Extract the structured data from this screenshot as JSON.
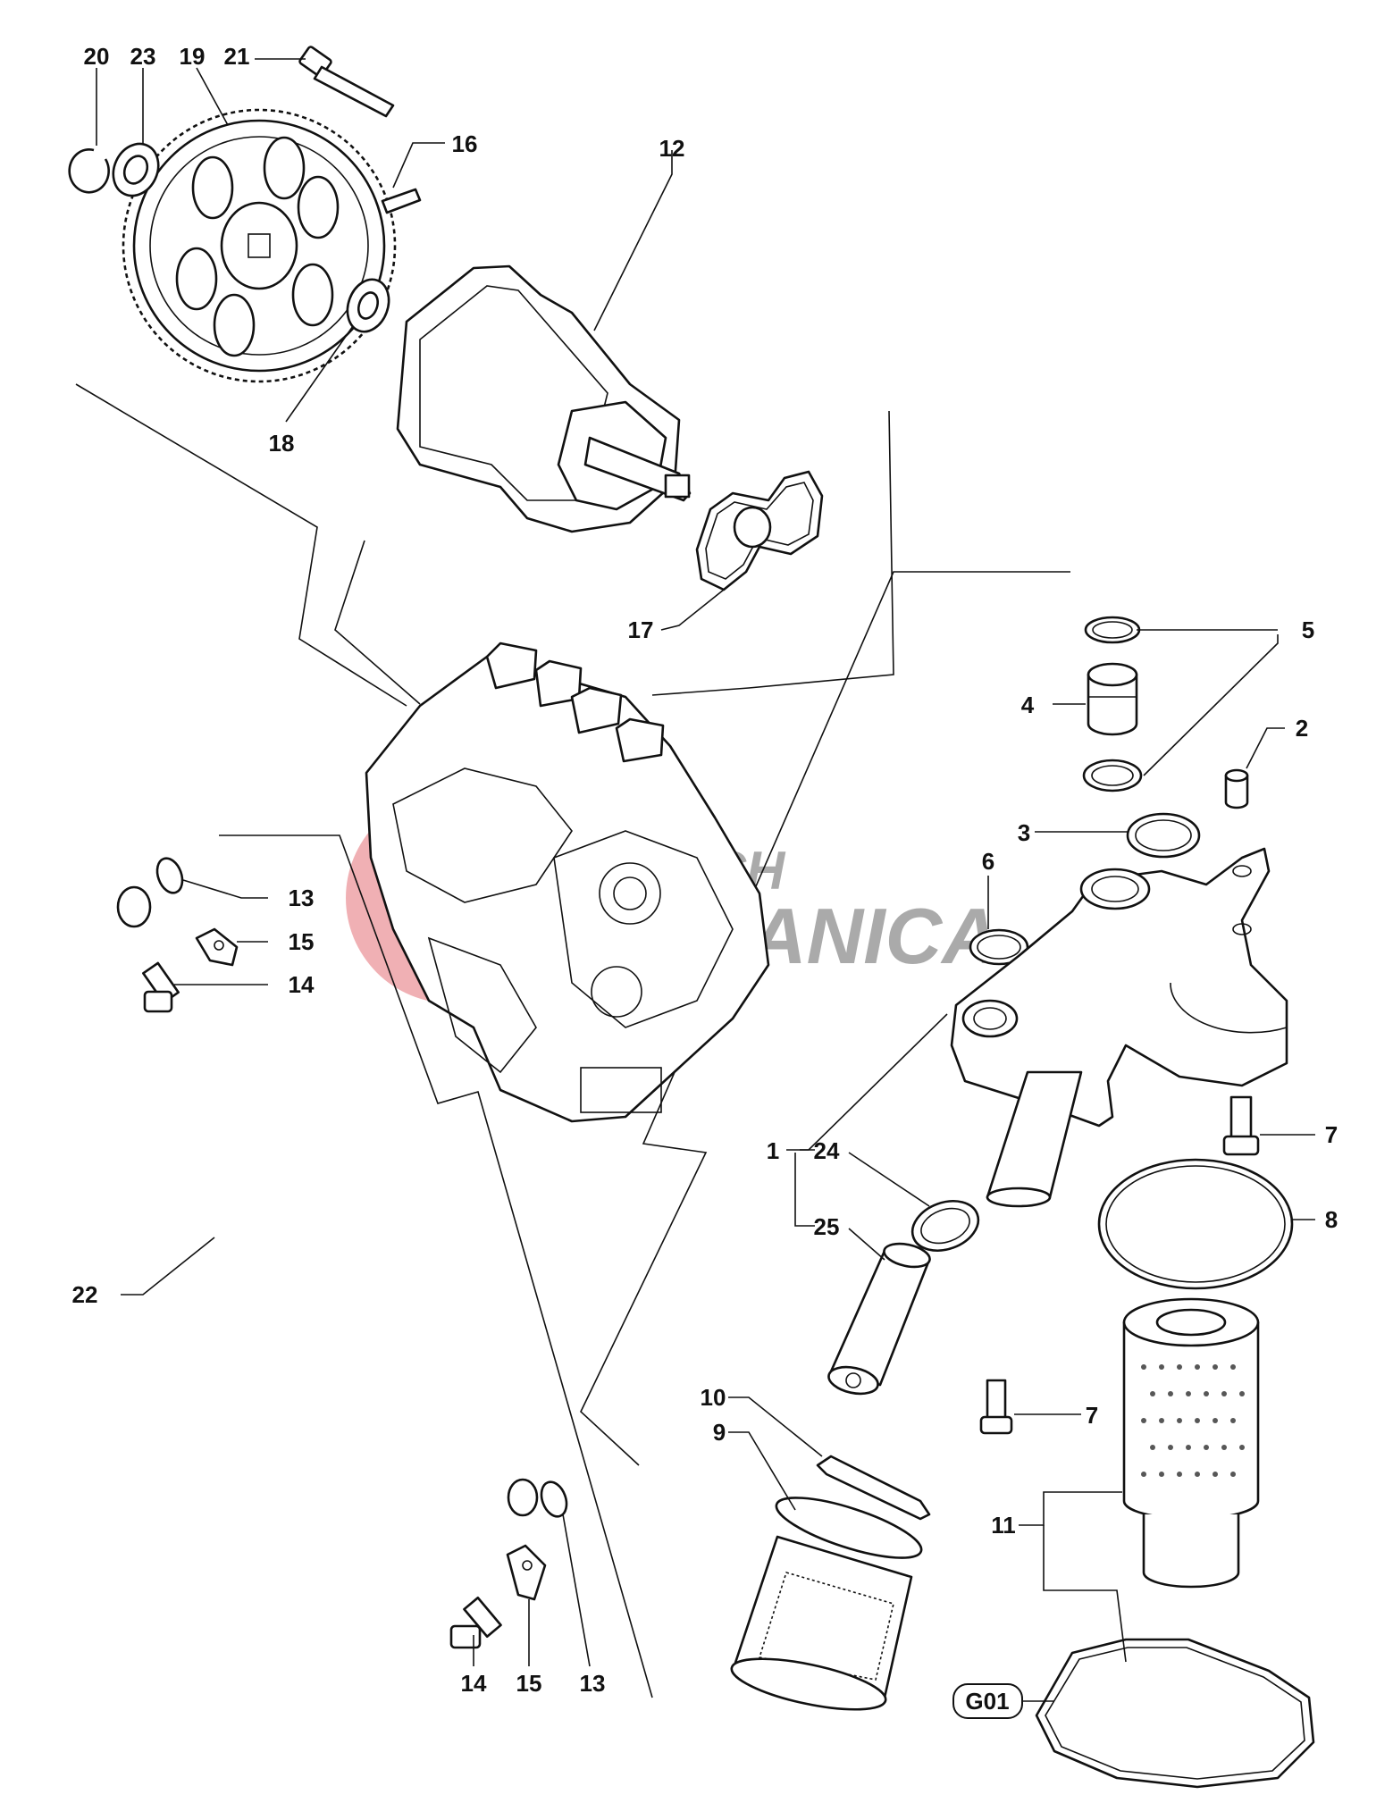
{
  "watermark": {
    "line1": "REDBICH",
    "line2": "MECCANICA",
    "logo_color": "#e8848a",
    "text_color": "#9c9c9c"
  },
  "callouts": {
    "c20": "20",
    "c23": "23",
    "c19": "19",
    "c21": "21",
    "c16": "16",
    "c12": "12",
    "c18": "18",
    "c17": "17",
    "c5": "5",
    "c4": "4",
    "c2": "2",
    "c3": "3",
    "c6": "6",
    "c13a": "13",
    "c15a": "15",
    "c14a": "14",
    "c7a": "7",
    "c8": "8",
    "c1": "1",
    "c24": "24",
    "c25": "25",
    "c22": "22",
    "c7b": "7",
    "c10": "10",
    "c9": "9",
    "c11": "11",
    "c14b": "14",
    "c15b": "15",
    "c13b": "13"
  },
  "group_tag": "G01"
}
